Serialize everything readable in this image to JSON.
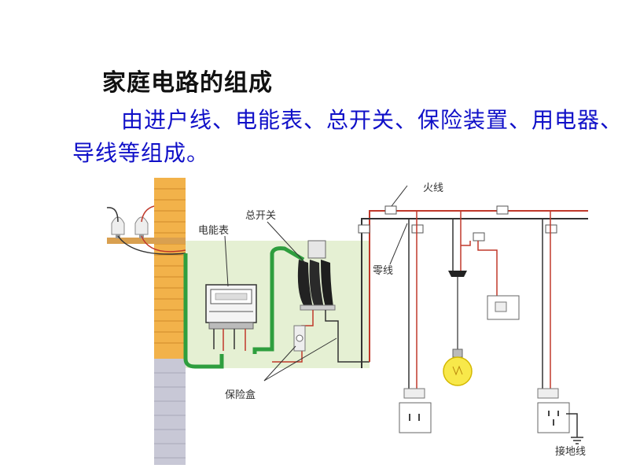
{
  "title": "家庭电路的组成",
  "description": "由进户线、电能表、总开关、保险装置、用电器、导线等组成。",
  "diagram": {
    "labels": {
      "meter": "电能表",
      "main_switch": "总开关",
      "live_wire": "火线",
      "neutral_wire": "零线",
      "fuse_box": "保险盒",
      "ground_wire": "接地线"
    }
  }
}
